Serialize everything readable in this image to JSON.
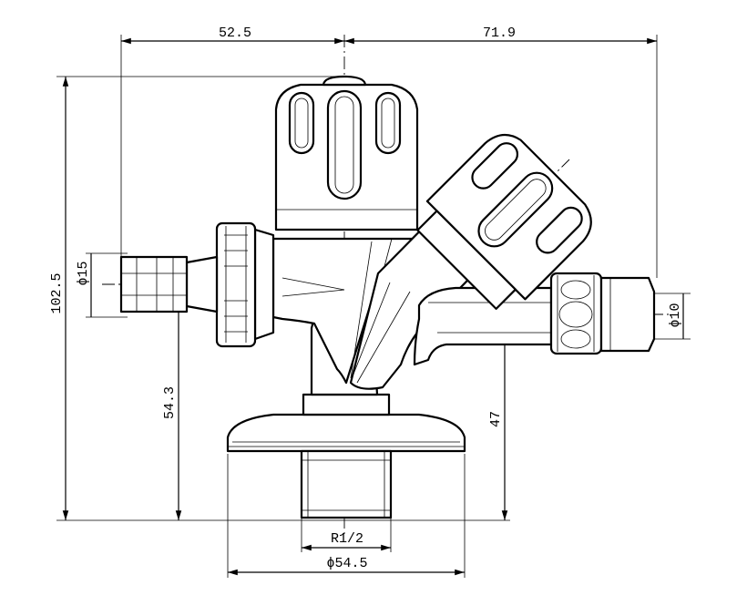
{
  "dimensions": {
    "left_width": "52.5",
    "right_width": "71.9",
    "total_height": "102.5",
    "hose_diameter": "ϕ15",
    "outlet_diameter": "ϕ10",
    "left_outlet_height": "54.3",
    "right_outlet_height": "47",
    "thread": "R1/2",
    "base_diameter": "ϕ54.5"
  }
}
